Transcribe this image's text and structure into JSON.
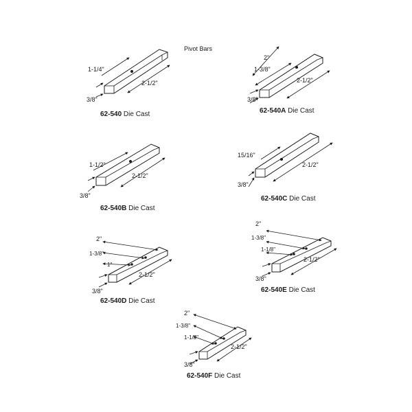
{
  "title": "Pivot Bars",
  "parts": [
    {
      "id": "62-540",
      "suffix": "Die Cast",
      "dims": {
        "d1": "1-1/4\"",
        "d2": "2-1/2\"",
        "d3": "3/8\""
      }
    },
    {
      "id": "62-540A",
      "suffix": "Die Cast",
      "dims": {
        "d1": "2\"",
        "d2": "1-3/8\"",
        "d3": "2-1/2\"",
        "d4": "3/8\""
      }
    },
    {
      "id": "62-540B",
      "suffix": "Die Cast",
      "dims": {
        "d1": "1-1/2\"",
        "d2": "2-1/2\"",
        "d3": "3/8\""
      }
    },
    {
      "id": "62-540C",
      "suffix": "Die Cast",
      "dims": {
        "d1": "15/16\"",
        "d2": "2-1/2\"",
        "d3": "3/8\""
      }
    },
    {
      "id": "62-540D",
      "suffix": "Die Cast",
      "dims": {
        "d1": "2\"",
        "d2": "1-3/8\"",
        "d3": "1\"",
        "d4": "2-1/2\"",
        "d5": "3/8\""
      }
    },
    {
      "id": "62-540E",
      "suffix": "Die Cast",
      "dims": {
        "d1": "2\"",
        "d2": "1-3/8\"",
        "d3": "1-1/8\"",
        "d4": "2-1/2\"",
        "d5": "3/8\""
      }
    },
    {
      "id": "62-540F",
      "suffix": "Die Cast",
      "dims": {
        "d1": "2\"",
        "d2": "1-3/8\"",
        "d3": "1-1/8\"",
        "d4": "2-1/2\"",
        "d5": "3/8\""
      }
    }
  ]
}
